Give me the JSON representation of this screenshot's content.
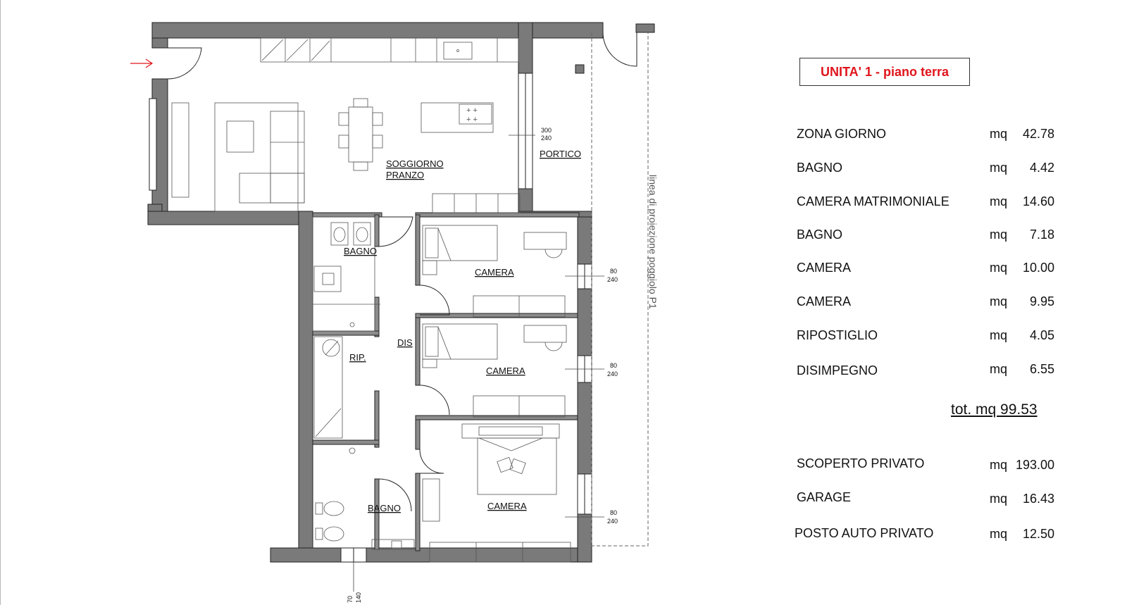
{
  "plan": {
    "rooms": {
      "soggiorno_line1": "SOGGIORNO",
      "soggiorno_line2": "PRANZO",
      "portico": "PORTICO",
      "bagno_top": "BAGNO",
      "camera_1": "CAMERA",
      "dis": "DIS",
      "rip": "RIP.",
      "camera_2": "CAMERA",
      "camera_3": "CAMERA",
      "bagno_bottom": "BAGNO"
    },
    "windows": [
      {
        "width": "300",
        "height": "240"
      },
      {
        "width": "80",
        "height": "240"
      },
      {
        "width": "80",
        "height": "240"
      },
      {
        "width": "80",
        "height": "240"
      },
      {
        "width": "70",
        "height": "140"
      }
    ],
    "projection_note": "linea di proiezione poggiolo P1",
    "entrance_color": "#e0141b",
    "wall_color": "#7a7a7a"
  },
  "summary": {
    "title": "UNITA' 1 - piano terra",
    "unit": "mq",
    "rows": [
      {
        "label": "ZONA GIORNO",
        "value": "42.78"
      },
      {
        "label": "BAGNO",
        "value": "4.42"
      },
      {
        "label": "CAMERA MATRIMONIALE",
        "value": "14.60"
      },
      {
        "label": "BAGNO",
        "value": "7.18"
      },
      {
        "label": "CAMERA",
        "value": "10.00"
      },
      {
        "label": "CAMERA",
        "value": "9.95"
      },
      {
        "label": "RIPOSTIGLIO",
        "value": "4.05"
      },
      {
        "label": "DISIMPEGNO",
        "value": "6.55"
      }
    ],
    "total": "tot. mq 99.53",
    "extras": [
      {
        "label": "SCOPERTO PRIVATO",
        "value": "193.00"
      },
      {
        "label": "GARAGE",
        "value": "16.43"
      },
      {
        "label": "POSTO AUTO PRIVATO",
        "value": "12.50"
      }
    ]
  }
}
